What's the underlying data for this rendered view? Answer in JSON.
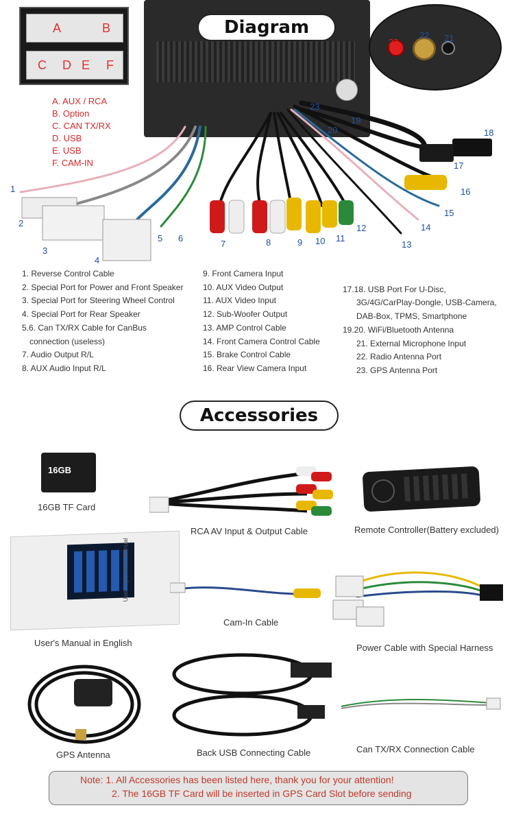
{
  "diagram": {
    "title": "Diagram",
    "connector_letters": [
      "A",
      "B",
      "C",
      "D",
      "E",
      "F"
    ],
    "legend": [
      "A. AUX / RCA",
      "B. Option",
      "C. CAN TX/RX",
      "D. USB",
      "E. USB",
      "F. CAM-IN"
    ],
    "callout_numbers": [
      "23",
      "22",
      "21"
    ],
    "cable_numbers": [
      "1",
      "2",
      "3",
      "4",
      "5",
      "6",
      "7",
      "8",
      "9",
      "10",
      "11",
      "12",
      "13",
      "14",
      "15",
      "16",
      "17",
      "18",
      "19",
      "20",
      "23"
    ],
    "list_col1": [
      "1. Reverse Control Cable",
      "2. Special Port for Power and Front Speaker",
      "3. Special Port for Steering Wheel Control",
      "4. Special Port for Rear Speaker",
      "5.6. Can TX/RX Cable for CanBus",
      "connection (useless)",
      "7. Audio Output R/L",
      "8. AUX Audio Input R/L"
    ],
    "list_col2": [
      "9. Front Camera Input",
      "10. AUX Video Output",
      "11. AUX Video Input",
      "12. Sub-Woofer Output",
      "13. AMP Control Cable",
      "14. Front Camera Control Cable",
      "15. Brake Control Cable",
      "16. Rear View Camera Input"
    ],
    "list_col3": [
      "17.18. USB Port For U-Disc,",
      "3G/4G/CarPlay-Dongle, USB-Camera,",
      "DAB-Box, TPMS, Smartphone",
      "19.20. WiFi/Bluetooth Antenna",
      "21. External Microphone Input",
      "22. Radio Antenna Port",
      "23. GPS Antenna Port"
    ]
  },
  "accessories": {
    "title": "Accessories",
    "sd_card_text": "16GB",
    "manual_cover_text": "User Operation Manual",
    "items": {
      "tf_card": "16GB TF Card",
      "rca_cable": "RCA AV Input & Output  Cable",
      "remote": "Remote Controller(Battery excluded)",
      "manual": "User's Manual in English",
      "cam_in": "Cam-In Cable",
      "power_cable": "Power Cable with Special Harness",
      "gps": "GPS Antenna",
      "usb_cable": "Back USB Connecting Cable",
      "can_cable": "Can TX/RX Connection Cable"
    }
  },
  "note": {
    "line1": "Note:  1. All Accessories has been listed here, thank you for your attention!",
    "line2": "2. The 16GB TF Card will be inserted in GPS Card Slot before sending"
  },
  "colors": {
    "legend_red": "#d42a2a",
    "number_blue": "#1f4fa0",
    "note_red": "#c0392b",
    "rca_red": "#d01a1a",
    "rca_white": "#eeeeee",
    "rca_yellow": "#e8b800",
    "rca_green": "#2a8a3a"
  }
}
